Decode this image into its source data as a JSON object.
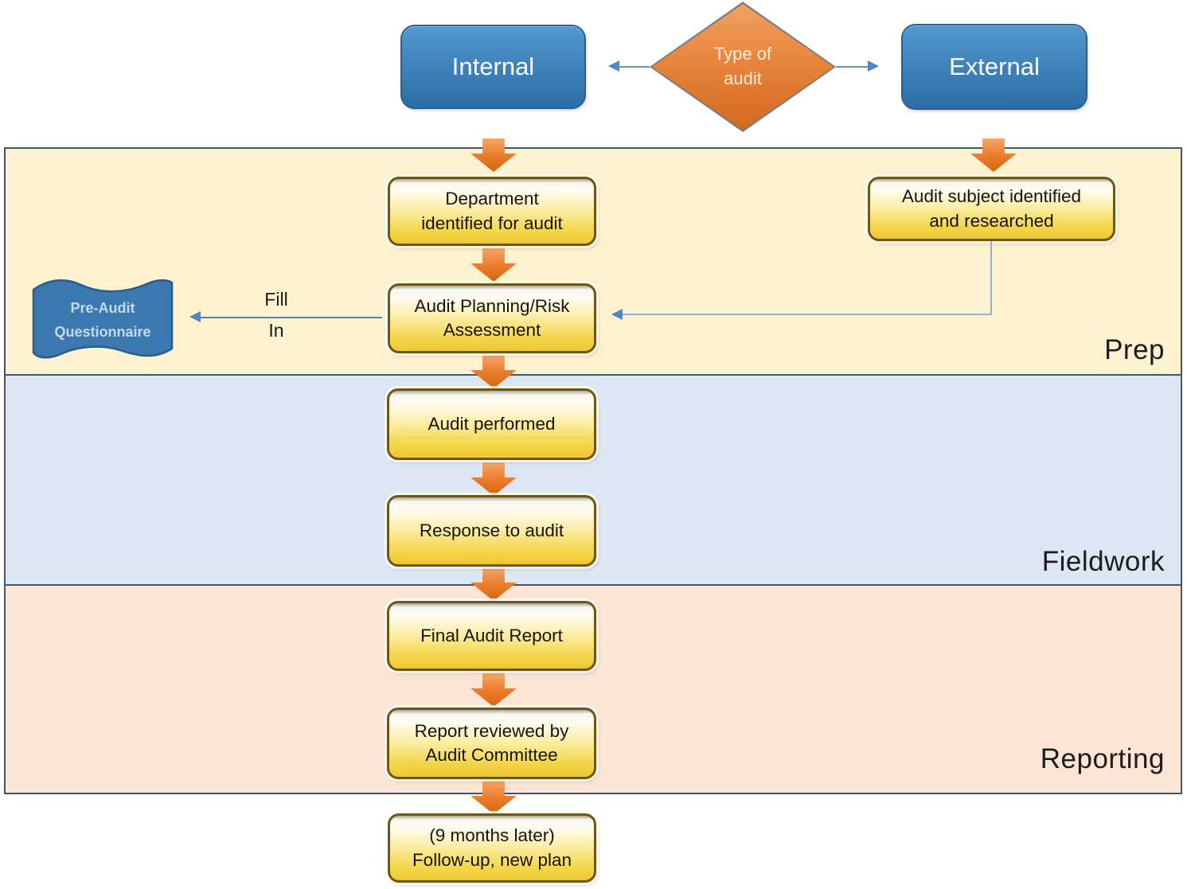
{
  "decision": {
    "label": "Type of\naudit"
  },
  "branches": {
    "internal": "Internal",
    "external": "External"
  },
  "bands": {
    "prep": {
      "label": "Prep",
      "color": "#fdf2d0"
    },
    "fieldwork": {
      "label": "Fieldwork",
      "color": "#dde7f3"
    },
    "reporting": {
      "label": "Reporting",
      "color": "#fce5d5"
    }
  },
  "steps": {
    "department": "Department\nidentified for audit",
    "audit_subject": "Audit subject identified\nand researched",
    "planning": "Audit Planning/Risk\nAssessment",
    "performed": "Audit performed",
    "response": "Response to audit",
    "final_report": "Final Audit Report",
    "committee_review": "Report reviewed by\nAudit Committee",
    "follow_up": "(9 months later)\nFollow-up, new plan"
  },
  "artifact": {
    "label": "Pre-Audit\nQuestionnaire"
  },
  "connector_labels": {
    "fill": "Fill",
    "in": "In"
  },
  "colors": {
    "band_border": "#44546a",
    "band_prep": "#fdf2d0",
    "band_fieldwork": "#dde7f3",
    "band_reporting": "#fce5d5",
    "node_blue_top": "#5299cf",
    "node_blue_bottom": "#2d6ca5",
    "node_blue_border": "#2b5f93",
    "step_gold": "#f5d74f",
    "step_gold_border": "#6e5713",
    "decision_orange_top": "#f0a263",
    "decision_orange_bottom": "#d2691e",
    "flow_arrow_orange": "#ec7d2d",
    "connector_arrowhead_blue": "#4a89c8",
    "flag_blue": "#3a78af",
    "flag_text_blue": "#c3dbf0"
  }
}
